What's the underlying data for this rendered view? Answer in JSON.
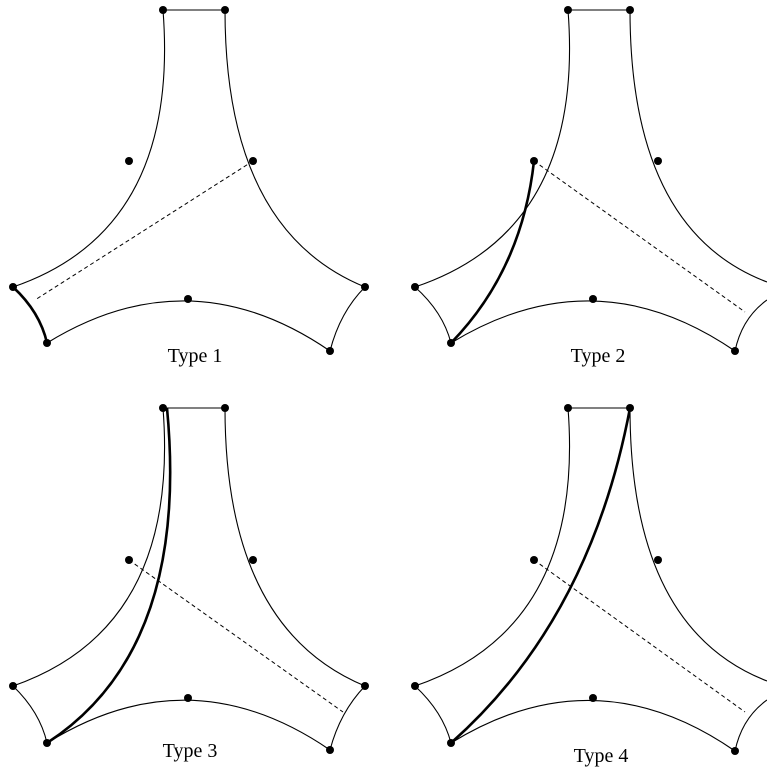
{
  "panels": [
    {
      "caption": "Type 1"
    },
    {
      "caption": "Type 2"
    },
    {
      "caption": "Type 3"
    },
    {
      "caption": "Type 4"
    }
  ],
  "colors": {
    "stroke": "#000000",
    "background": "#ffffff"
  }
}
